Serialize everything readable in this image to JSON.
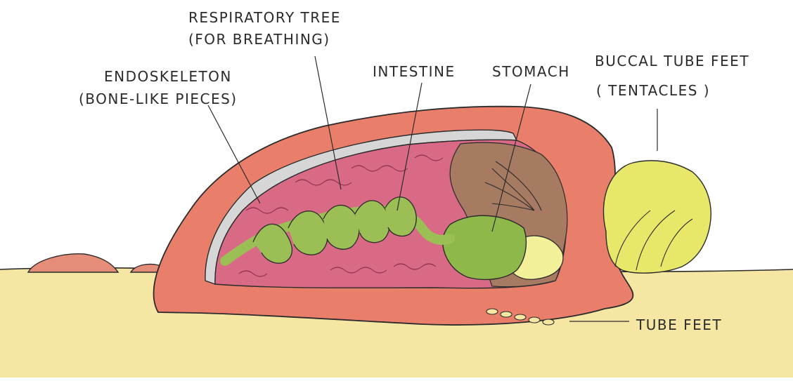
{
  "labels": {
    "respiratory_tree": [
      "RESPIRATORY TREE",
      "(FOR BREATHING)"
    ],
    "endoskeleton": [
      "ENDOSKELETON",
      "(BONE-LIKE PIECES)"
    ],
    "intestine": "INTESTINE",
    "stomach": "STOMACH",
    "buccal_tube_feet": [
      "BUCCAL TUBE FEET",
      "( TENTACLES )"
    ],
    "tube_feet": "TUBE FEET"
  },
  "colors": {
    "sand": "#f6e6a4",
    "body_wall": "#e97f6a",
    "skeleton": "#d6d6d6",
    "respiratory_tree": "#d86a86",
    "intestine": "#9cbf55",
    "stomach": "#8fb84a",
    "stomach_cavity": "#f3f09a",
    "gut_cavity": "#a77a62",
    "tentacles": "#e7e76a",
    "ink": "#2b2b2b"
  }
}
